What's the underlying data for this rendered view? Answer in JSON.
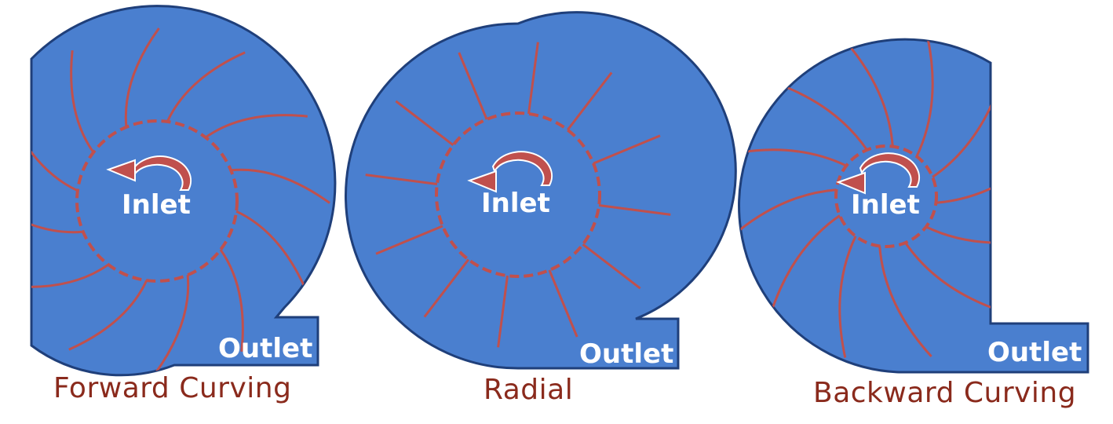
{
  "fans": [
    {
      "id": "forward",
      "caption": "Forward Curving",
      "inlet_label": "Inlet",
      "outlet_label": "Outlet",
      "blade_type": "forward-curved",
      "blade_count": 12
    },
    {
      "id": "radial",
      "caption": "Radial",
      "inlet_label": "Inlet",
      "outlet_label": "Outlet",
      "blade_type": "radial",
      "blade_count": 12
    },
    {
      "id": "backward",
      "caption": "Backward Curving",
      "inlet_label": "Inlet",
      "outlet_label": "Outlet",
      "blade_type": "backward-curved",
      "blade_count": 12
    }
  ],
  "colors": {
    "housing_fill": "#4a7fcf",
    "housing_stroke": "#1f3f7a",
    "blade": "#c0504d",
    "caption": "#8a2a1c",
    "label": "#ffffff",
    "arrow": "#c0504d"
  },
  "icons": {
    "rotation_arrow": "curved-arrow-icon"
  }
}
